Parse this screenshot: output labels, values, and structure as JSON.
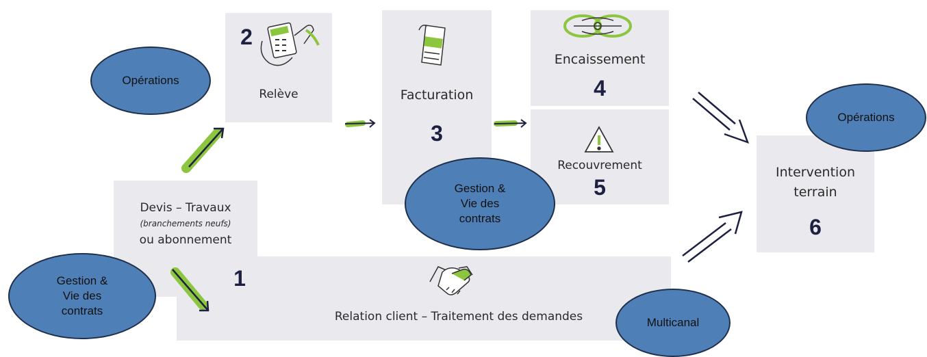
{
  "steps": {
    "devis": {
      "title": "Devis – Travaux",
      "subtitle": "(branchements neufs)",
      "title2": "ou abonnement",
      "number": "1"
    },
    "releve": {
      "title": "Relève",
      "number": "2"
    },
    "facturation": {
      "title": "Facturation",
      "number": "3"
    },
    "encaissement": {
      "title": "Encaissement",
      "number": "4"
    },
    "recouvrement": {
      "title": "Recouvrement",
      "number": "5"
    },
    "intervention": {
      "title": "Intervention\nterrain",
      "number": "6"
    },
    "relation": {
      "title": "Relation client – Traitement des demandes"
    }
  },
  "ovals": {
    "operations_left": "Opérations",
    "operations_right": "Opérations",
    "gestion_left": "Gestion &\nVie des\ncontrats",
    "gestion_center": "Gestion &\nVie des\ncontrats",
    "multicanal": "Multicanal"
  },
  "icons": {
    "releve": "meter-reading-hand-icon",
    "facturation": "invoice-icon",
    "encaissement": "banknote-icon",
    "recouvrement": "warning-triangle-icon",
    "relation": "handshake-icon"
  },
  "colors": {
    "box": "#e9e9ee",
    "oval": "#4f7fb7",
    "green": "#8cc63f",
    "number": "#1d2040"
  }
}
